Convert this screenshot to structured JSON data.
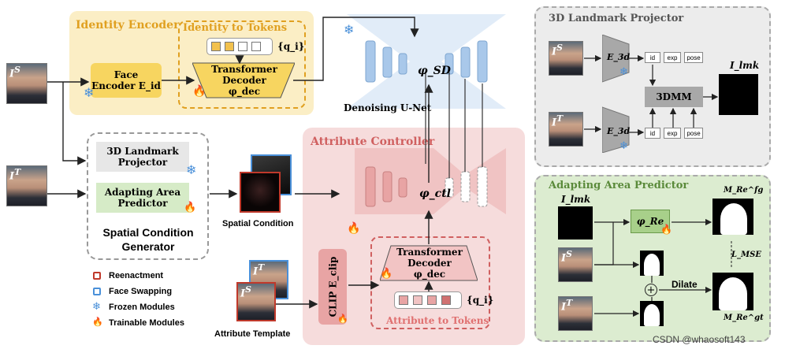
{
  "identity_encoder": {
    "title": "Identity Encoder",
    "face_encoder_label": "Face Encoder E_id"
  },
  "identity_to_tokens": {
    "title": "Identity to Tokens",
    "tokens_label": "{q_i}",
    "decoder_label": "Transformer Decoder φ_dec"
  },
  "unet": {
    "label": "φ_SD",
    "caption": "Denoising U-Net"
  },
  "input_faces": {
    "source_sup": "S",
    "target_sup": "T"
  },
  "spatial_generator": {
    "landmark_label": "3D Landmark Projector",
    "adapting_label": "Adapting Area Predictor",
    "title": "Spatial Condition Generator"
  },
  "spatial_condition": {
    "caption": "Spatial Condition"
  },
  "attribute_controller": {
    "title": "Attribute Controller",
    "ctl_label": "φ_ctl"
  },
  "clip": {
    "label": "CLIP E_clip"
  },
  "attribute_to_tokens": {
    "title": "Attribute to Tokens",
    "decoder_label": "Transformer Decoder φ_dec",
    "tokens_label": "{q_i}"
  },
  "attribute_template": {
    "caption": "Attribute Template"
  },
  "legend": [
    {
      "label": "Reenactment",
      "color": "#c0392b",
      "kind": "square"
    },
    {
      "label": "Face Swapping",
      "color": "#4a90d9",
      "kind": "square"
    },
    {
      "label": "Frozen Modules",
      "color": "#7fb3e0",
      "kind": "snowflake"
    },
    {
      "label": "Trainable Modules",
      "color": "#f0a040",
      "kind": "flame"
    }
  ],
  "landmark_projector": {
    "title": "3D Landmark Projector",
    "encoder_label": "E_3d",
    "params": [
      "id",
      "exp",
      "pose"
    ],
    "model_label": "3DMM",
    "output_label": "I_lmk"
  },
  "adapting_predictor": {
    "title": "Adapting Area Predictor",
    "input_label": "I_lmk",
    "net_label": "φ_Re",
    "fg_label": "M_Re^fg",
    "gt_label": "M_Re^gt",
    "loss_label": "L_MSE",
    "dilate_label": "Dilate"
  },
  "watermark": "CSDN @whaosoft143",
  "colors": {
    "identity_bg": "#fbeec5",
    "identity_border": "#e0b85a",
    "controller_bg": "#f6dcdc",
    "landmark_bg": "#ececec",
    "adapting_bg": "#dcecd0",
    "unet_blue": "#a9c8ea",
    "unet_red": "#e8a4a4"
  }
}
